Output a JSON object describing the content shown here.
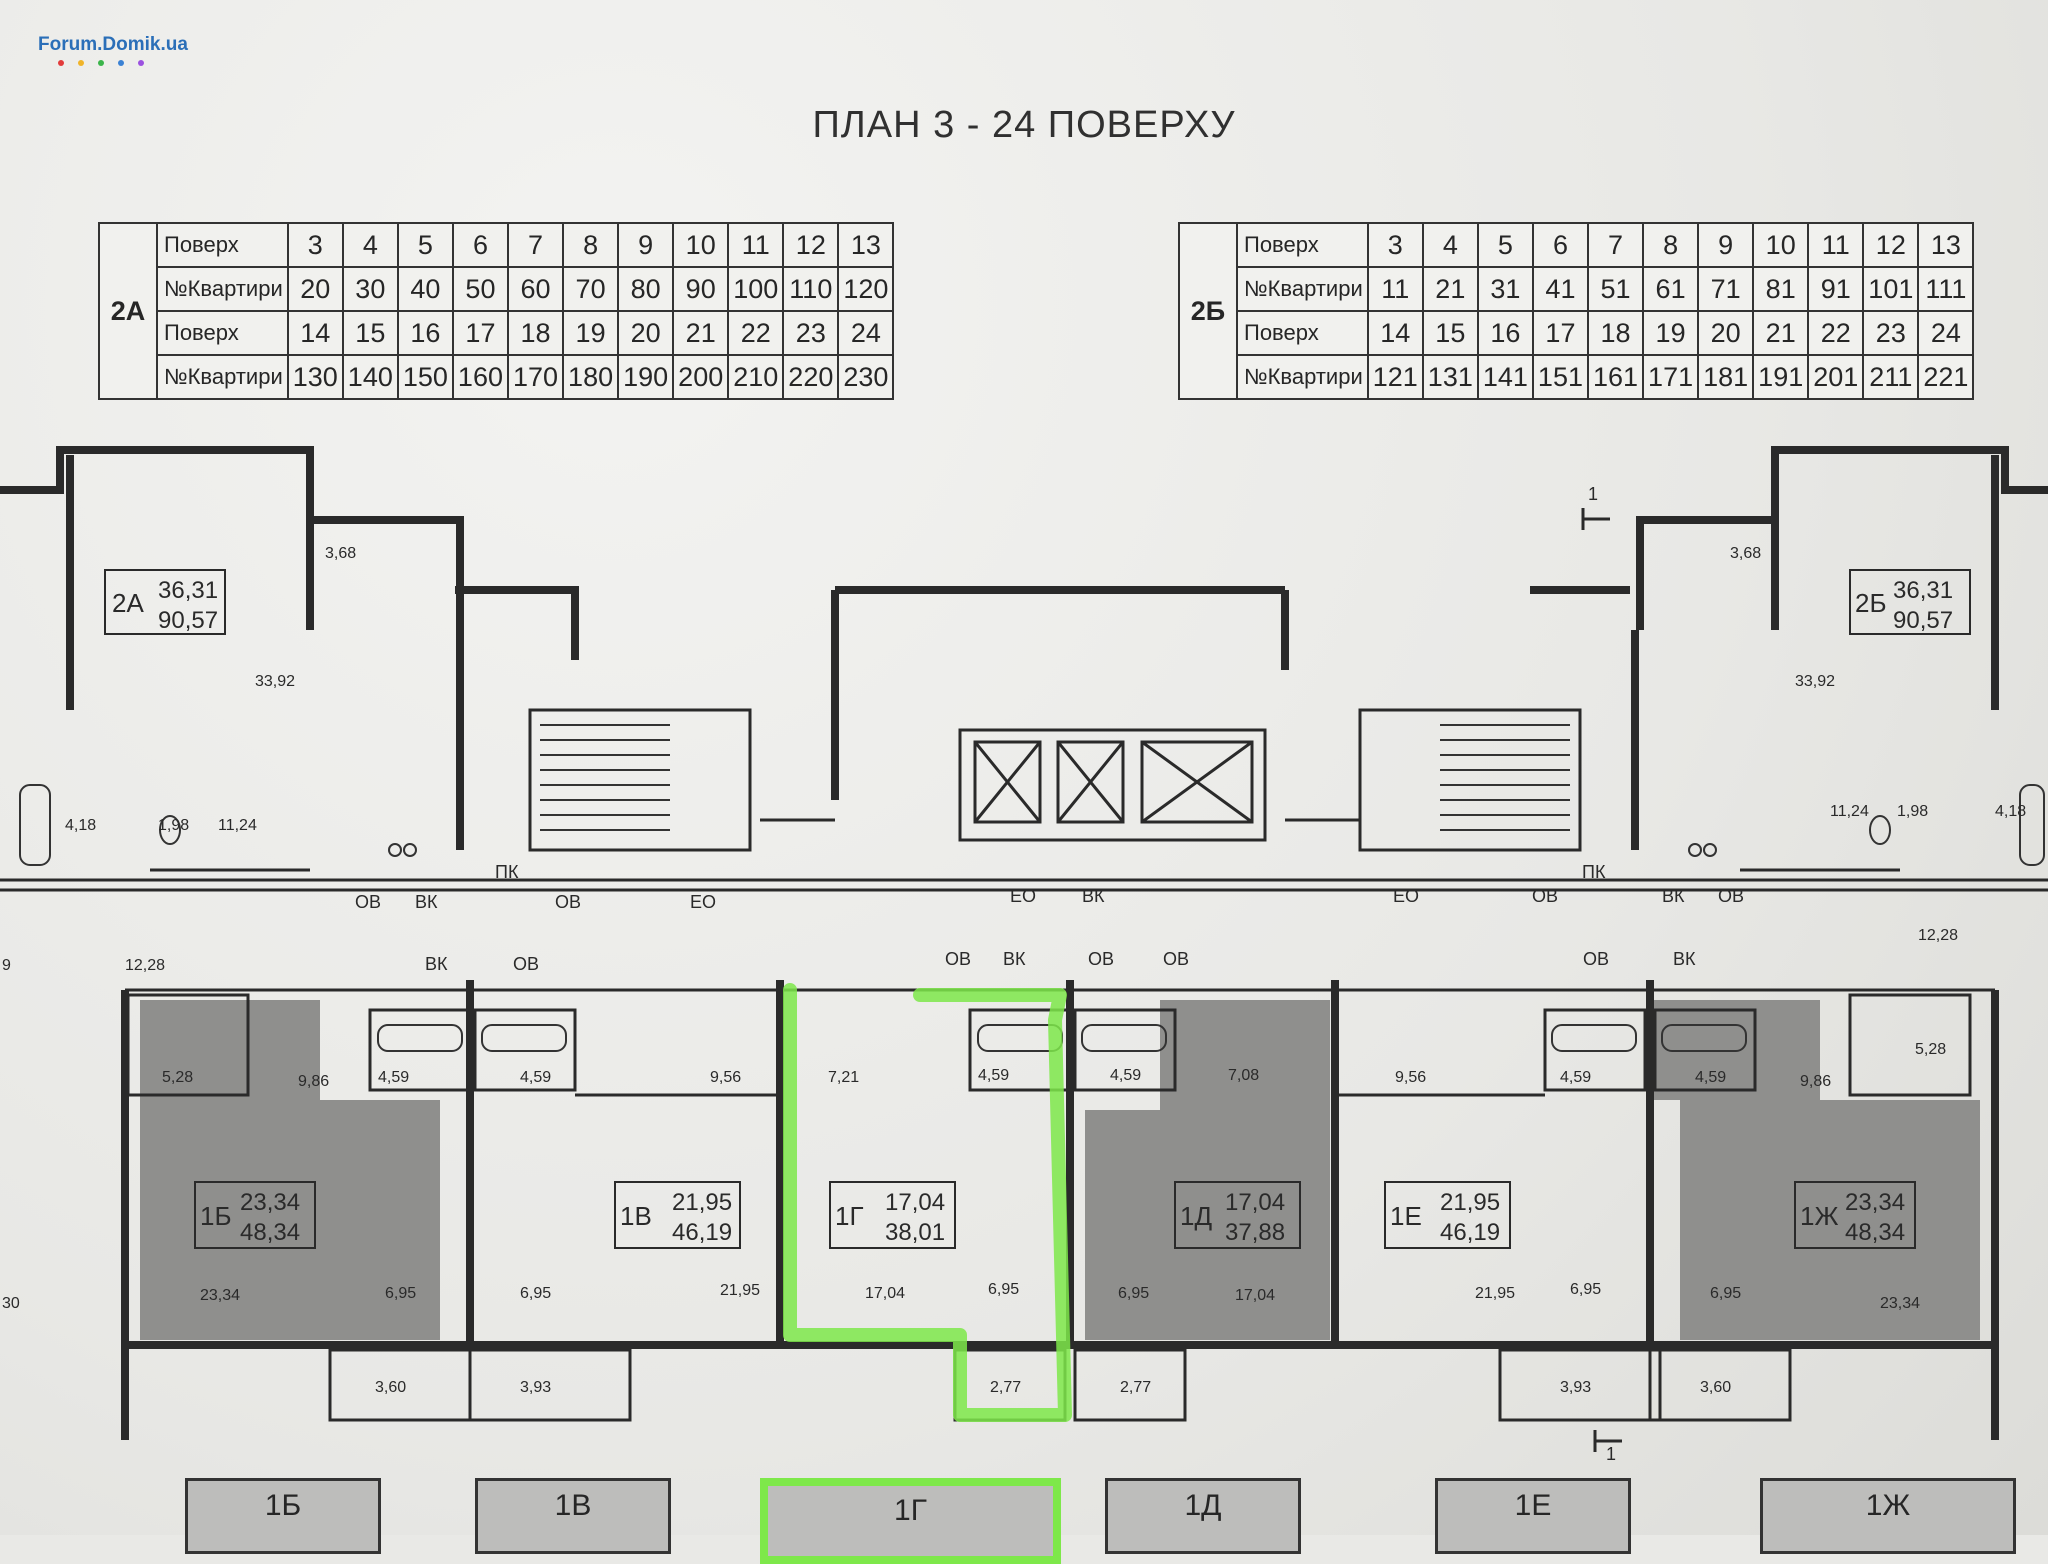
{
  "watermark": "Forum.Domik.ua",
  "watermark_dot_colors": [
    "#e23b3b",
    "#f0b429",
    "#3bb54a",
    "#3b82d4",
    "#9b51e0"
  ],
  "title": "ПЛАН 3 - 24 ПОВЕРХУ",
  "tables": [
    {
      "section": "2А",
      "floor_label": "Поверх",
      "apartment_label": "№Квартири",
      "floors_row1": [
        "3",
        "4",
        "5",
        "6",
        "7",
        "8",
        "9",
        "10",
        "11",
        "12",
        "13"
      ],
      "apartments_row1": [
        "20",
        "30",
        "40",
        "50",
        "60",
        "70",
        "80",
        "90",
        "100",
        "110",
        "120"
      ],
      "floors_row2": [
        "14",
        "15",
        "16",
        "17",
        "18",
        "19",
        "20",
        "21",
        "22",
        "23",
        "24"
      ],
      "apartments_row2": [
        "130",
        "140",
        "150",
        "160",
        "170",
        "180",
        "190",
        "200",
        "210",
        "220",
        "230"
      ]
    },
    {
      "section": "2Б",
      "floor_label": "Поверх",
      "apartment_label": "№Квартири",
      "floors_row1": [
        "3",
        "4",
        "5",
        "6",
        "7",
        "8",
        "9",
        "10",
        "11",
        "12",
        "13"
      ],
      "apartments_row1": [
        "11",
        "21",
        "31",
        "41",
        "51",
        "61",
        "71",
        "81",
        "91",
        "101",
        "111"
      ],
      "floors_row2": [
        "14",
        "15",
        "16",
        "17",
        "18",
        "19",
        "20",
        "21",
        "22",
        "23",
        "24"
      ],
      "apartments_row2": [
        "121",
        "131",
        "141",
        "151",
        "161",
        "171",
        "181",
        "191",
        "201",
        "211",
        "221"
      ]
    }
  ],
  "apartments": [
    {
      "id": "2А",
      "living": "36,31",
      "total": "90,57"
    },
    {
      "id": "2Б",
      "living": "36,31",
      "total": "90,57"
    },
    {
      "id": "1Б",
      "living": "23,34",
      "total": "48,34"
    },
    {
      "id": "1В",
      "living": "21,95",
      "total": "46,19"
    },
    {
      "id": "1Г",
      "living": "17,04",
      "total": "38,01"
    },
    {
      "id": "1Д",
      "living": "17,04",
      "total": "37,88"
    },
    {
      "id": "1Е",
      "living": "21,95",
      "total": "46,19"
    },
    {
      "id": "1Ж",
      "living": "23,34",
      "total": "48,34"
    }
  ],
  "room_areas": {
    "a2_hall": "3,68",
    "a2_living": "33,92",
    "a2_bath": "4,18",
    "a2_wc": "1,98",
    "a2_kitchen": "11,24",
    "b2_hall": "3,68",
    "b2_living": "33,92",
    "b2_bath": "4,18",
    "b2_wc": "1,98",
    "b2_kitchen": "11,24",
    "left_edge_a": "12,28",
    "left_edge_b": "9",
    "left_edge_c": "30",
    "b1_bath": "5,28",
    "b1_hall": "9,86",
    "b1_room": "23,34",
    "b1_kitchen": "6,95",
    "b1_balcony": "3,60",
    "v1_bath": "4,59",
    "v1_hall": "9,56",
    "v1_room": "21,95",
    "v1_kitchen": "6,95",
    "v1_balcony": "3,93",
    "g1_hall": "7,21",
    "g1_bath": "4,59",
    "g1_room": "17,04",
    "g1_kitchen": "6,95",
    "g1_balcony": "2,77",
    "d1_bath": "4,59",
    "d1_hall": "7,08",
    "d1_room": "17,04",
    "d1_kitchen": "6,95",
    "d1_balcony": "2,77",
    "e1_hall": "9,56",
    "e1_bath": "4,59",
    "e1_room": "21,95",
    "e1_kitchen": "6,95",
    "e1_balcony": "3,93",
    "zh1_bath": "4,59",
    "zh1_bath2": "5,28",
    "zh1_hall": "9,86",
    "zh1_room": "23,34",
    "zh1_kitchen": "6,95",
    "zh1_balcony": "3,60",
    "right_edge": "12,28",
    "extra_pk": "4,59"
  },
  "shaft_labels": {
    "ov": "ОВ",
    "vk": "ВК",
    "eo": "ЕО",
    "pk": "ПК"
  },
  "section_mark": "1",
  "bottom_labels": [
    "1Б",
    "1В",
    "1Г",
    "1Д",
    "1Е",
    "1Ж"
  ],
  "highlight_color": "#7ee84a"
}
